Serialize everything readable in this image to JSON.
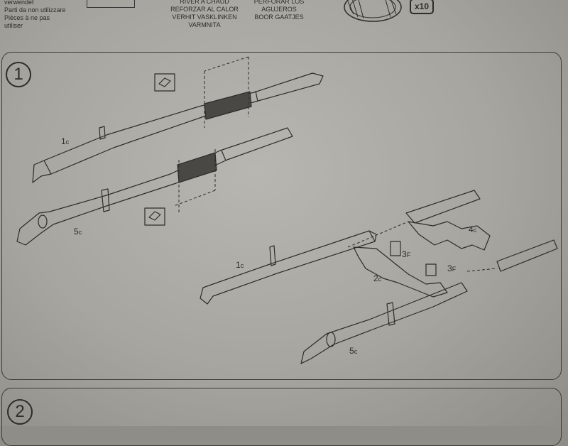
{
  "header": {
    "left_lines": [
      "verwendet",
      "Parti da non utilizzare",
      "Pièces à ne pas",
      "utiliser"
    ],
    "center_lines": [
      "RIVER A CHAUD",
      "REFORZAR AL CALOR",
      "VERHIT VASKLINKEN VARMNITA"
    ],
    "right_lines": [
      "PERFORAR LOS AGUJEROS",
      "BOOR GAATJES"
    ],
    "quantity": "x10"
  },
  "steps": [
    "1",
    "2"
  ],
  "parts": [
    {
      "num": "1",
      "sub": "c"
    },
    {
      "num": "5",
      "sub": "c"
    },
    {
      "num": "1",
      "sub": "c"
    },
    {
      "num": "4",
      "sub": "c"
    },
    {
      "num": "3",
      "sub": "F"
    },
    {
      "num": "3",
      "sub": "F"
    },
    {
      "num": "2",
      "sub": "c"
    },
    {
      "num": "5",
      "sub": "c"
    }
  ],
  "colors": {
    "ink": "#2d2c2a",
    "paper": "#b1afa9"
  }
}
